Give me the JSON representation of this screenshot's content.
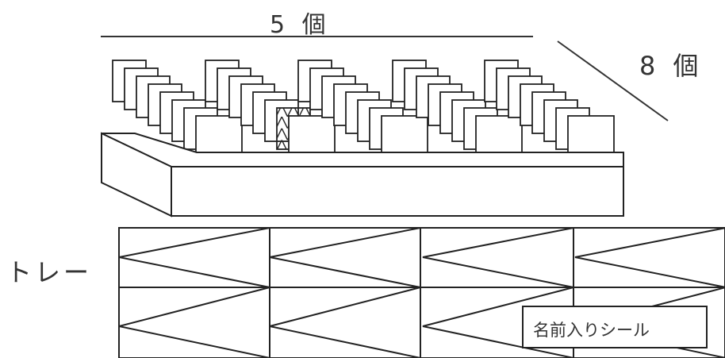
{
  "labels": {
    "columns": "5 個",
    "rows": "8 個",
    "tray": "トレー",
    "name_seal": "名前入りシール"
  },
  "arrangement": {
    "columns": 5,
    "rows": 8,
    "patterned_card": {
      "column": 2,
      "row": 7
    }
  }
}
